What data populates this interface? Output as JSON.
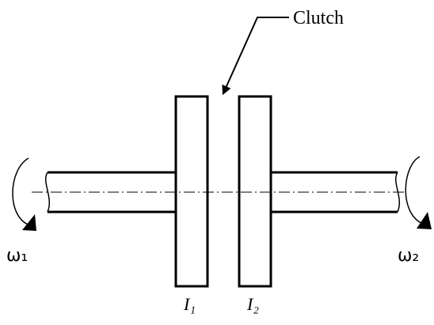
{
  "labels": {
    "clutch": "Clutch",
    "omega_left": "ω₁",
    "omega_right": "ω₂",
    "inertia_left": "I₁",
    "inertia_right": "I₂"
  },
  "colors": {
    "stroke": "#000000",
    "background": "#ffffff"
  }
}
